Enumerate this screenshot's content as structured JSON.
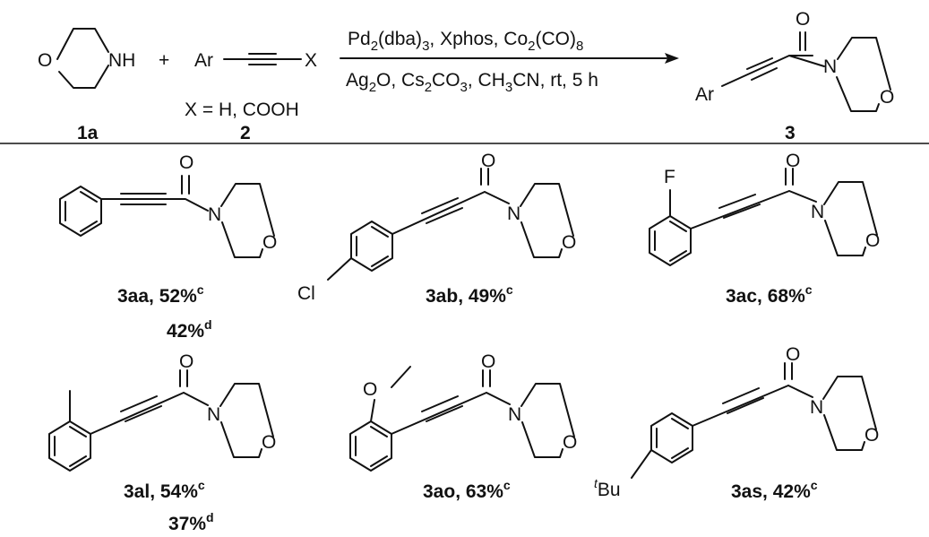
{
  "reaction": {
    "reactant1": {
      "label": "1a",
      "n_label": "NH",
      "o_label": "O"
    },
    "plus": "+",
    "reactant2": {
      "label": "2",
      "ar": "Ar",
      "x": "X",
      "note": "X = H, COOH"
    },
    "conditions": {
      "line1": {
        "a": "Pd",
        "a_sub": "2",
        "b": "(dba)",
        "b_sub": "3",
        "c": ", Xphos, Co",
        "c_sub": "2",
        "d": "(CO)",
        "d_sub": "8"
      },
      "line2": {
        "a": "Ag",
        "a_sub": "2",
        "b": "O, Cs",
        "b_sub": "2",
        "c": "CO",
        "c_sub": "3",
        "d": ", CH",
        "d_sub": "3",
        "e": "CN, rt, 5 h"
      }
    },
    "product": {
      "label": "3",
      "ar": "Ar",
      "o_carbonyl": "O",
      "n_label": "N",
      "o_ring": "O"
    }
  },
  "atoms": {
    "carbonyl_o": "O",
    "amide_n": "N",
    "ring_o": "O",
    "fluoro": "F",
    "chloro": "Cl",
    "methoxy_o": "O",
    "tert": "t",
    "butyl": "Bu"
  },
  "compounds": [
    {
      "id": "3aa",
      "name": "3aa",
      "yield_main": ", 52%",
      "note_main": "c",
      "yield_alt": "42%",
      "note_alt": "d"
    },
    {
      "id": "3ab",
      "name": "3ab",
      "yield_main": ", 49%",
      "note_main": "c"
    },
    {
      "id": "3ac",
      "name": "3ac",
      "yield_main": ", 68%",
      "note_main": "c"
    },
    {
      "id": "3al",
      "name": "3al",
      "yield_main": ", 54%",
      "note_main": "c",
      "yield_alt": "37%",
      "note_alt": "d"
    },
    {
      "id": "3ao",
      "name": "3ao",
      "yield_main": ", 63%",
      "note_main": "c"
    },
    {
      "id": "3as",
      "name": "3as",
      "yield_main": ", 42%",
      "note_main": "c"
    }
  ]
}
